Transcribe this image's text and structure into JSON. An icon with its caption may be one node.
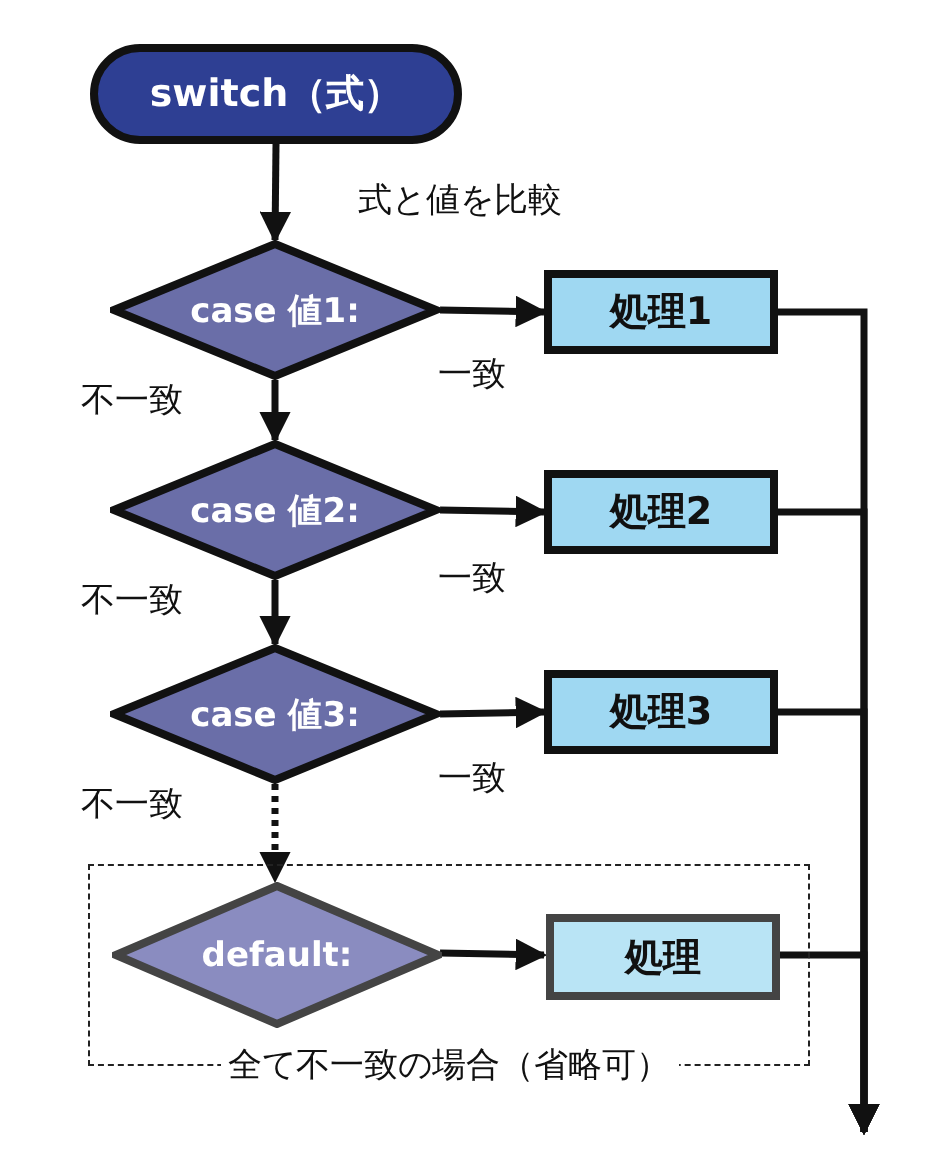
{
  "diagram": {
    "nodes": [
      {
        "text": [
          "switch（式）"
        ]
      },
      {
        "text": [
          "case 値1:"
        ]
      },
      {
        "text": [
          "処理1"
        ]
      },
      {
        "text": [
          "case 値2:"
        ]
      },
      {
        "text": [
          "処理2"
        ]
      },
      {
        "text": [
          "case 値3:"
        ]
      },
      {
        "text": [
          "処理3"
        ]
      },
      {
        "text": [
          "全て不一致の場合（省略可）"
        ]
      },
      {
        "text": [
          "default:"
        ],
        "in": 7
      },
      {
        "text": [
          "処理"
        ],
        "in": 7
      }
    ],
    "edges": [
      {
        "from": 0,
        "to": 1,
        "arrow": "to",
        "label": "式と値を比較"
      },
      {
        "from": 1,
        "to": 2,
        "arrow": "to",
        "label": "一致"
      },
      {
        "from": 1,
        "to": 3,
        "arrow": "to",
        "label": "不一致"
      },
      {
        "from": 3,
        "to": 4,
        "arrow": "to",
        "label": "一致"
      },
      {
        "from": 3,
        "to": 5,
        "arrow": "to",
        "label": "不一致"
      },
      {
        "from": 5,
        "to": 6,
        "arrow": "to",
        "label": "一致"
      },
      {
        "from": 5,
        "to": 8,
        "arrow": "to",
        "label": "不一致",
        "style": "dashed"
      },
      {
        "from": 8,
        "to": 9,
        "arrow": "to"
      },
      {
        "from": 2,
        "to": null,
        "arrow": "to"
      },
      {
        "from": 4,
        "to": null,
        "arrow": "to"
      },
      {
        "from": 6,
        "to": null,
        "arrow": "to"
      },
      {
        "from": 9,
        "to": null,
        "arrow": "to"
      }
    ]
  }
}
